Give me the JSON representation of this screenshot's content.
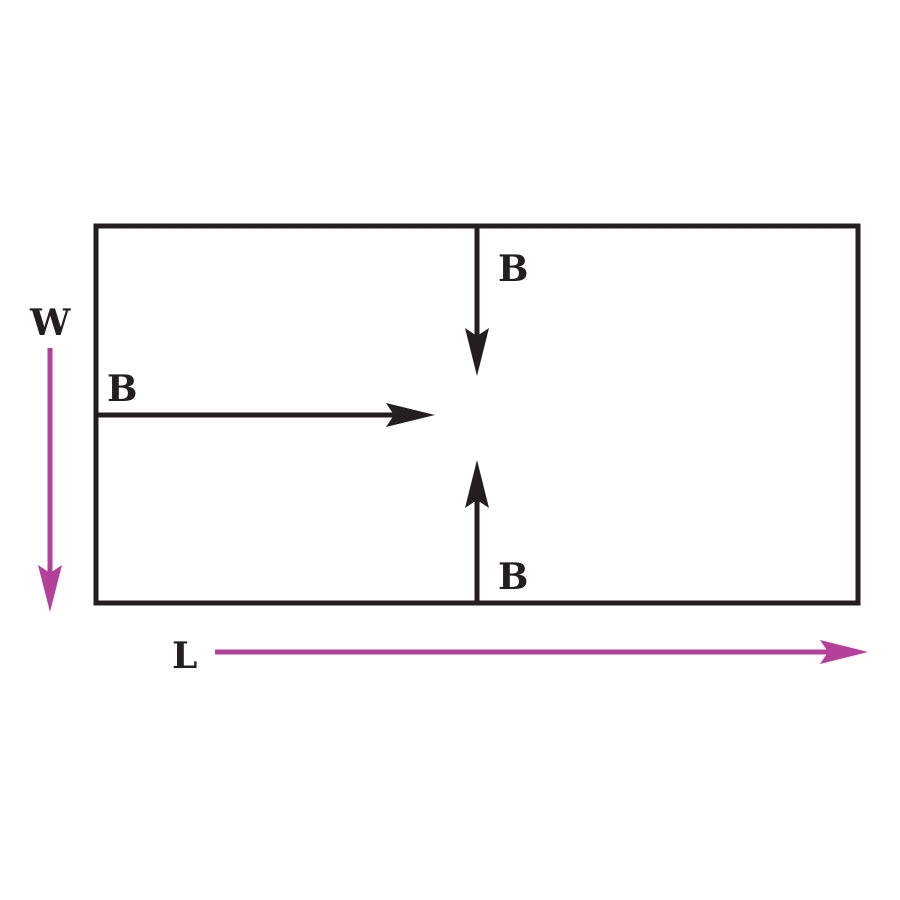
{
  "labels": {
    "top_arrow": "B",
    "left_arrow": "B",
    "bottom_arrow": "B",
    "width_axis": "W",
    "length_axis": "L"
  },
  "colors": {
    "line": "#231f20",
    "axis": "#b5409a",
    "background": "#ffffff"
  }
}
